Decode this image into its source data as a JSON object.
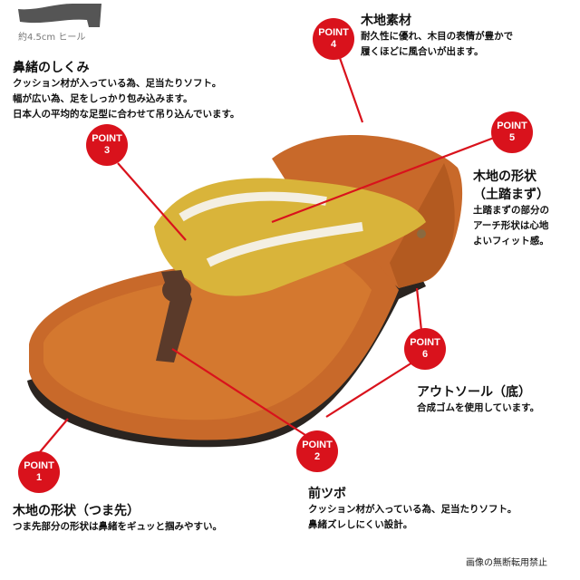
{
  "heel_label": "約4.5cm ヒール",
  "points": [
    {
      "badge_word": "POINT",
      "number": "1",
      "title": "木地の形状（つま先）",
      "lines": [
        "つま先部分の形状は鼻緒をギュッと掴みやすい。"
      ]
    },
    {
      "badge_word": "POINT",
      "number": "2",
      "title": "前ツボ",
      "lines": [
        "クッション材が入っている為、足当たりソフト。",
        "鼻緒ズレしにくい設計。"
      ]
    },
    {
      "badge_word": "POINT",
      "number": "3",
      "title": "鼻緒のしくみ",
      "lines": [
        "クッション材が入っている為、足当たりソフト。",
        "幅が広い為、足をしっかり包み込みます。",
        "日本人の平均的な足型に合わせて吊り込んでいます。"
      ]
    },
    {
      "badge_word": "POINT",
      "number": "4",
      "title": "木地素材",
      "lines": [
        "耐久性に優れ、木目の表情が豊かで",
        "履くほどに風合いが出ます。"
      ]
    },
    {
      "badge_word": "POINT",
      "number": "5",
      "title": "木地の形状",
      "title2": "（土踏まず）",
      "lines": [
        "土踏まずの部分の",
        "アーチ形状は心地",
        "よいフィット感。"
      ]
    },
    {
      "badge_word": "POINT",
      "number": "6",
      "title": "アウトソール（底）",
      "lines": [
        "合成ゴムを使用しています。"
      ]
    }
  ],
  "copyright": "画像の無断転用禁止",
  "colors": {
    "badge": "#d9121c",
    "wood": "#c8692a",
    "strap": "#d9b43a",
    "sole": "#2a2420"
  }
}
